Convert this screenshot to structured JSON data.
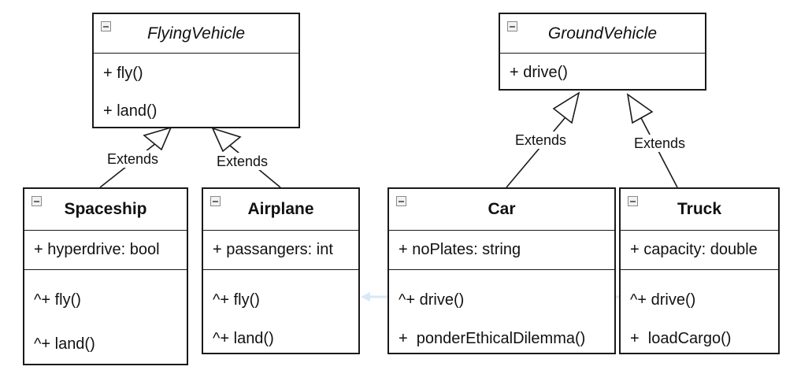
{
  "classes": {
    "flying_vehicle": {
      "name": "FlyingVehicle",
      "methods": [
        "+ fly()",
        "+ land()"
      ]
    },
    "ground_vehicle": {
      "name": "GroundVehicle",
      "methods": [
        "+ drive()"
      ]
    },
    "spaceship": {
      "name": "Spaceship",
      "attributes": [
        "+ hyperdrive: bool"
      ],
      "methods": [
        "^+ fly()",
        "^+ land()"
      ]
    },
    "airplane": {
      "name": "Airplane",
      "attributes": [
        "+ passangers: int"
      ],
      "methods": [
        "^+ fly()",
        "^+ land()"
      ]
    },
    "car": {
      "name": "Car",
      "attributes": [
        "+ noPlates: string"
      ],
      "methods": [
        "^+ drive()",
        "+  ponderEthicalDilemma()"
      ]
    },
    "truck": {
      "name": "Truck",
      "attributes": [
        "+ capacity: double"
      ],
      "methods": [
        "^+ drive()",
        "+  loadCargo()"
      ]
    }
  },
  "relations": {
    "spaceship_extends": "Extends",
    "airplane_extends": "Extends",
    "car_extends": "Extends",
    "truck_extends": "Extends"
  },
  "colors": {
    "border": "#1a1a1a",
    "faint_arrow": "#d6e9f8"
  }
}
